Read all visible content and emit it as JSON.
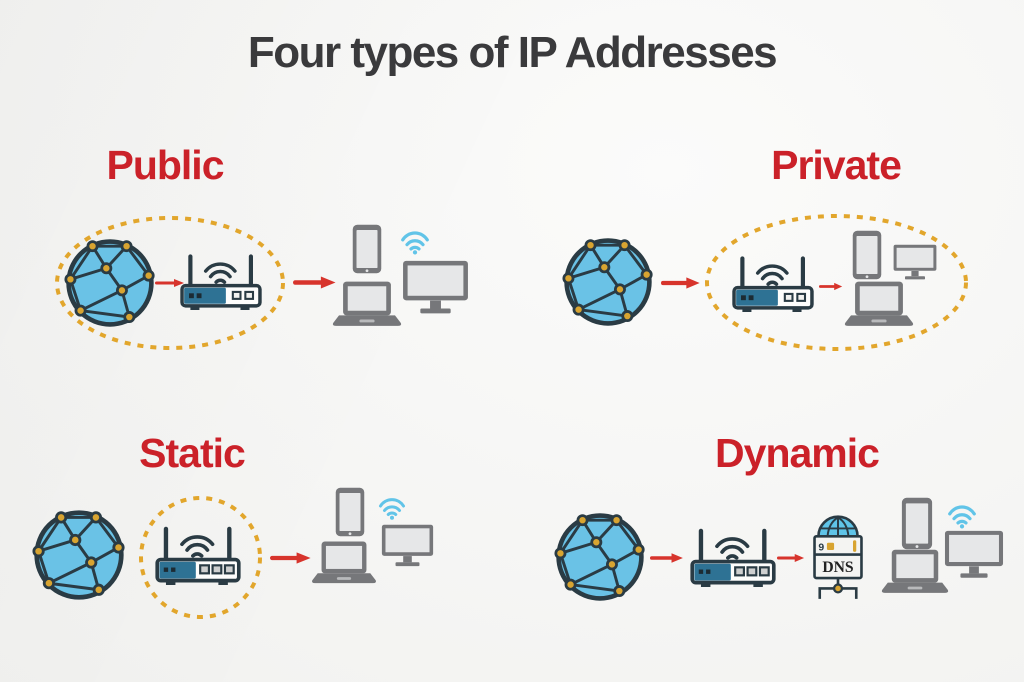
{
  "title": "Four types of IP Addresses",
  "sections": {
    "public": {
      "label": "Public",
      "highlighted": [
        "internet-globe",
        "router"
      ],
      "flow": [
        "internet-globe",
        "router",
        "devices"
      ],
      "devices": [
        "tablet",
        "wifi-signal",
        "laptop",
        "monitor"
      ]
    },
    "private": {
      "label": "Private",
      "highlighted": [
        "router",
        "devices"
      ],
      "flow": [
        "internet-globe",
        "router",
        "devices"
      ],
      "devices": [
        "tablet",
        "monitor",
        "laptop"
      ]
    },
    "static": {
      "label": "Static",
      "highlighted": [
        "router"
      ],
      "flow": [
        "internet-globe",
        "router",
        "devices"
      ],
      "devices": [
        "tablet",
        "wifi-signal",
        "laptop",
        "monitor"
      ]
    },
    "dynamic": {
      "label": "Dynamic",
      "highlighted": [],
      "flow": [
        "internet-globe",
        "router",
        "dns-server",
        "devices"
      ],
      "devices": [
        "tablet",
        "wifi-signal",
        "laptop",
        "monitor"
      ]
    }
  },
  "dns_server": {
    "top_text": "9",
    "label": "DNS"
  },
  "icons": [
    "internet-globe-icon",
    "wifi-router-icon",
    "flow-arrow-icon",
    "tablet-icon",
    "wifi-signal-icon",
    "laptop-icon",
    "monitor-icon",
    "dns-server-icon",
    "highlight-ring"
  ],
  "colors": {
    "background": "#f6f6f4",
    "title_text": "#3a3a3c",
    "label_text": "#cb2129",
    "arrow": "#d7342c",
    "highlight": "#e2a62c",
    "globe_fill": "#6ac2e6",
    "dark_outline": "#2a3b44",
    "node_fill": "#d8a431",
    "router_panel": "#2e7294",
    "device_gray": "#76777a",
    "device_screen": "#e6e7e8",
    "wifi_blue": "#61c4e8",
    "dns_dome": "#5fc4e8",
    "server_body": "#f4f4f2"
  }
}
